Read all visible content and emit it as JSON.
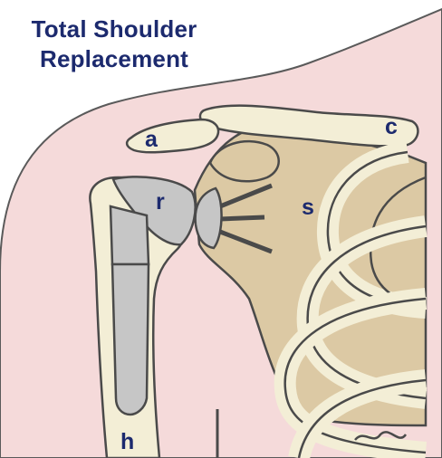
{
  "title": {
    "line1": "Total Shoulder",
    "line2": "Replacement"
  },
  "labels": {
    "acromion": "a",
    "clavicle": "c",
    "humeral_head": "r",
    "scapula": "s",
    "humerus": "h"
  },
  "colors": {
    "title_text": "#1c2a6e",
    "skin": "#f5dada",
    "bone": "#f3eed6",
    "scapula": "#dcc9a4",
    "implant": "#c6c6c6",
    "outline": "#4a4a4a"
  }
}
